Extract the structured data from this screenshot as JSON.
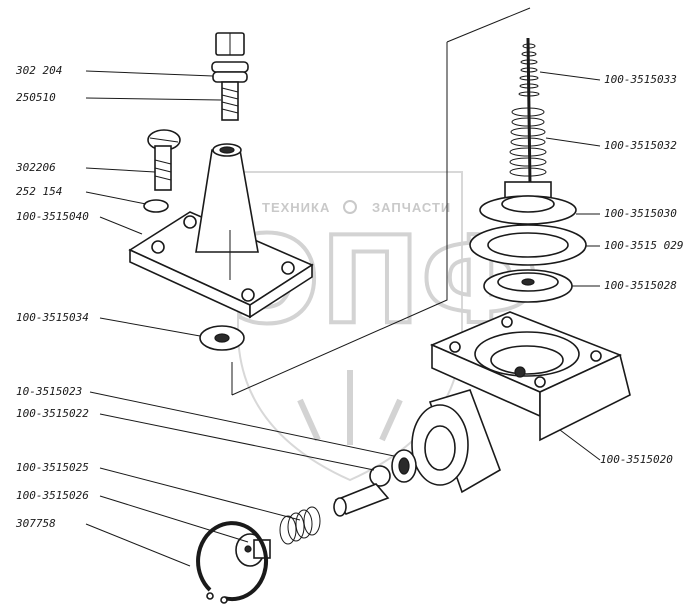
{
  "watermark": {
    "left_text": "ТЕХНИКА",
    "right_text": "ЗАПЧАСТИ",
    "brand": "ЭПФ"
  },
  "callouts": [
    {
      "id": "302204",
      "text": "302 204"
    },
    {
      "id": "250510",
      "text": "250510"
    },
    {
      "id": "302206",
      "text": "302206"
    },
    {
      "id": "252154",
      "text": "252 154"
    },
    {
      "id": "1003515040",
      "text": "100-3515040"
    },
    {
      "id": "1003515034",
      "text": "100-3515034"
    },
    {
      "id": "103515023",
      "text": "10-3515023"
    },
    {
      "id": "1003515022",
      "text": "100-3515022"
    },
    {
      "id": "1003515025",
      "text": "100-3515025"
    },
    {
      "id": "1003515026",
      "text": "100-3515026"
    },
    {
      "id": "307758",
      "text": "307758"
    },
    {
      "id": "1003515033",
      "text": "100-3515033"
    },
    {
      "id": "1003515032",
      "text": "100-3515032"
    },
    {
      "id": "1003515030",
      "text": "100-3515030"
    },
    {
      "id": "1003515029",
      "text": "100-3515 029"
    },
    {
      "id": "1003515028",
      "text": "100-3515028"
    },
    {
      "id": "1003515020",
      "text": "100-3515020"
    }
  ]
}
